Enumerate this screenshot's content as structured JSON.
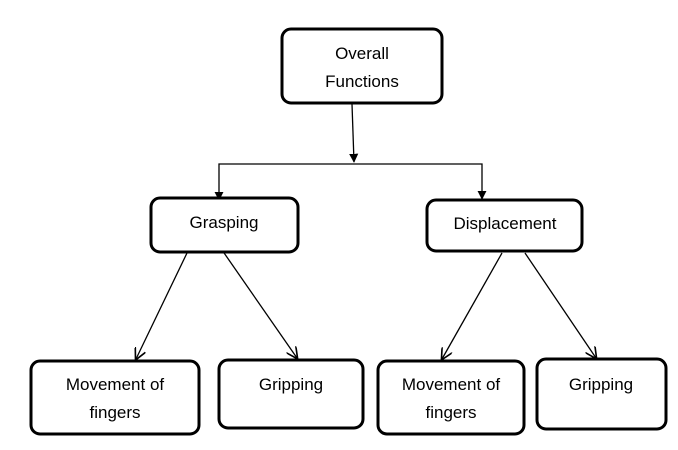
{
  "nodes": {
    "overall": {
      "line1": "Overall",
      "line2": "Functions"
    },
    "grasping": {
      "label": "Grasping"
    },
    "displacement": {
      "label": "Displacement"
    },
    "grasping_movement": {
      "line1": "Movement of",
      "line2": "fingers"
    },
    "grasping_gripping": {
      "label": "Gripping"
    },
    "displacement_movement": {
      "line1": "Movement of",
      "line2": "fingers"
    },
    "displacement_gripping": {
      "label": "Gripping"
    }
  },
  "colors": {
    "stroke": "#000000",
    "background": "#ffffff"
  }
}
